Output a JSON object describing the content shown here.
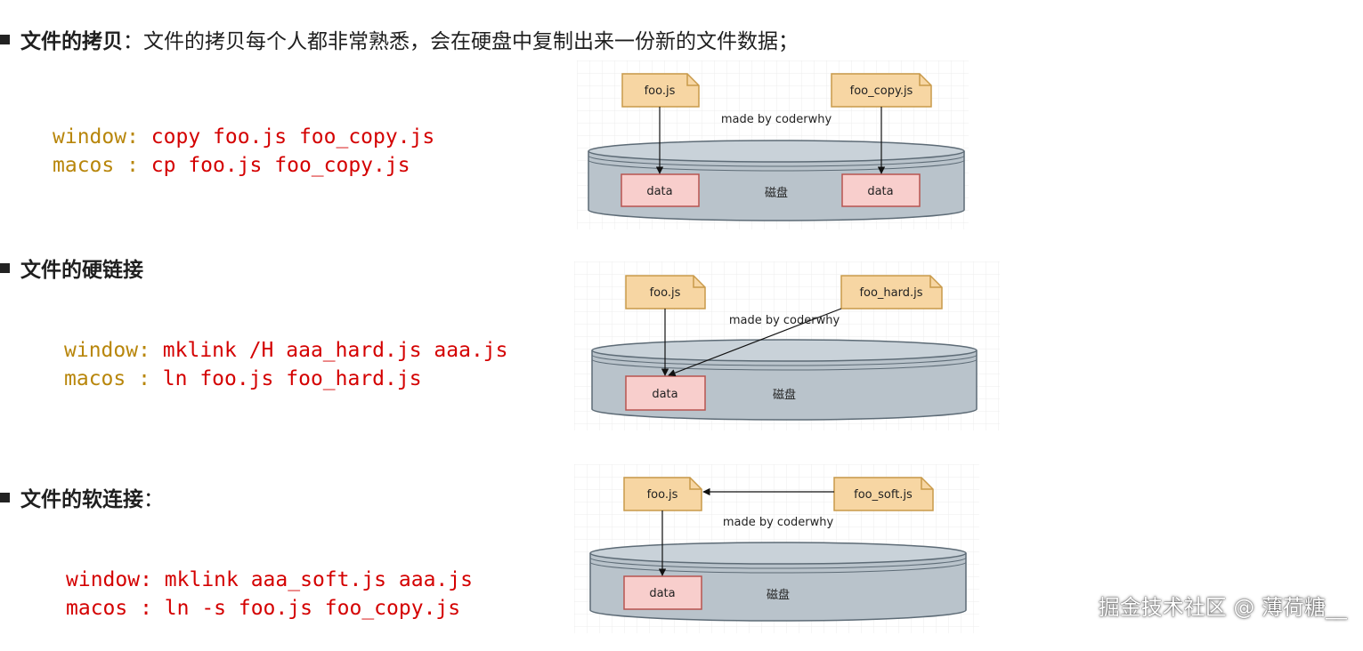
{
  "sections": [
    {
      "title": "文件的拷贝",
      "desc": "：文件的拷贝每个人都非常熟悉，会在硬盘中复制出来一份新的文件数据；",
      "code": [
        {
          "key": "window: ",
          "cmd": "copy foo.js foo_copy.js"
        },
        {
          "key": "macos : ",
          "cmd": "cp foo.js foo_copy.js"
        }
      ],
      "diagram": {
        "file_left": "foo.js",
        "file_right": "foo_copy.js",
        "caption": "made by coderwhy",
        "disk_label": "磁盘",
        "data_left": "data",
        "data_right": "data"
      }
    },
    {
      "title": "文件的硬链接",
      "desc": "",
      "code": [
        {
          "key": "window: ",
          "cmd": "mklink /H aaa_hard.js aaa.js"
        },
        {
          "key": "macos : ",
          "cmd": "ln foo.js foo_hard.js"
        }
      ],
      "diagram": {
        "file_left": "foo.js",
        "file_right": "foo_hard.js",
        "caption": "made by coderwhy",
        "disk_label": "磁盘",
        "data_left": "data"
      }
    },
    {
      "title": "文件的软连接",
      "desc": "：",
      "code": [
        {
          "key": "window: ",
          "cmd": "mklink aaa_soft.js aaa.js"
        },
        {
          "key": "macos : ",
          "cmd": "ln -s foo.js foo_copy.js"
        }
      ],
      "diagram": {
        "file_left": "foo.js",
        "file_right": "foo_soft.js",
        "caption": "made by coderwhy",
        "disk_label": "磁盘",
        "data_left": "data"
      }
    }
  ],
  "watermark": "掘金技术社区 @ 薄荷糖__",
  "colors": {
    "keyword": "#b8860b",
    "command": "#d40000",
    "file_fill": "#f7d6a3",
    "file_stroke": "#c99a4a",
    "disk_fill": "#b9c3cb",
    "disk_stroke": "#5d6b76",
    "data_fill": "#f8cecc",
    "data_stroke": "#b85450"
  }
}
